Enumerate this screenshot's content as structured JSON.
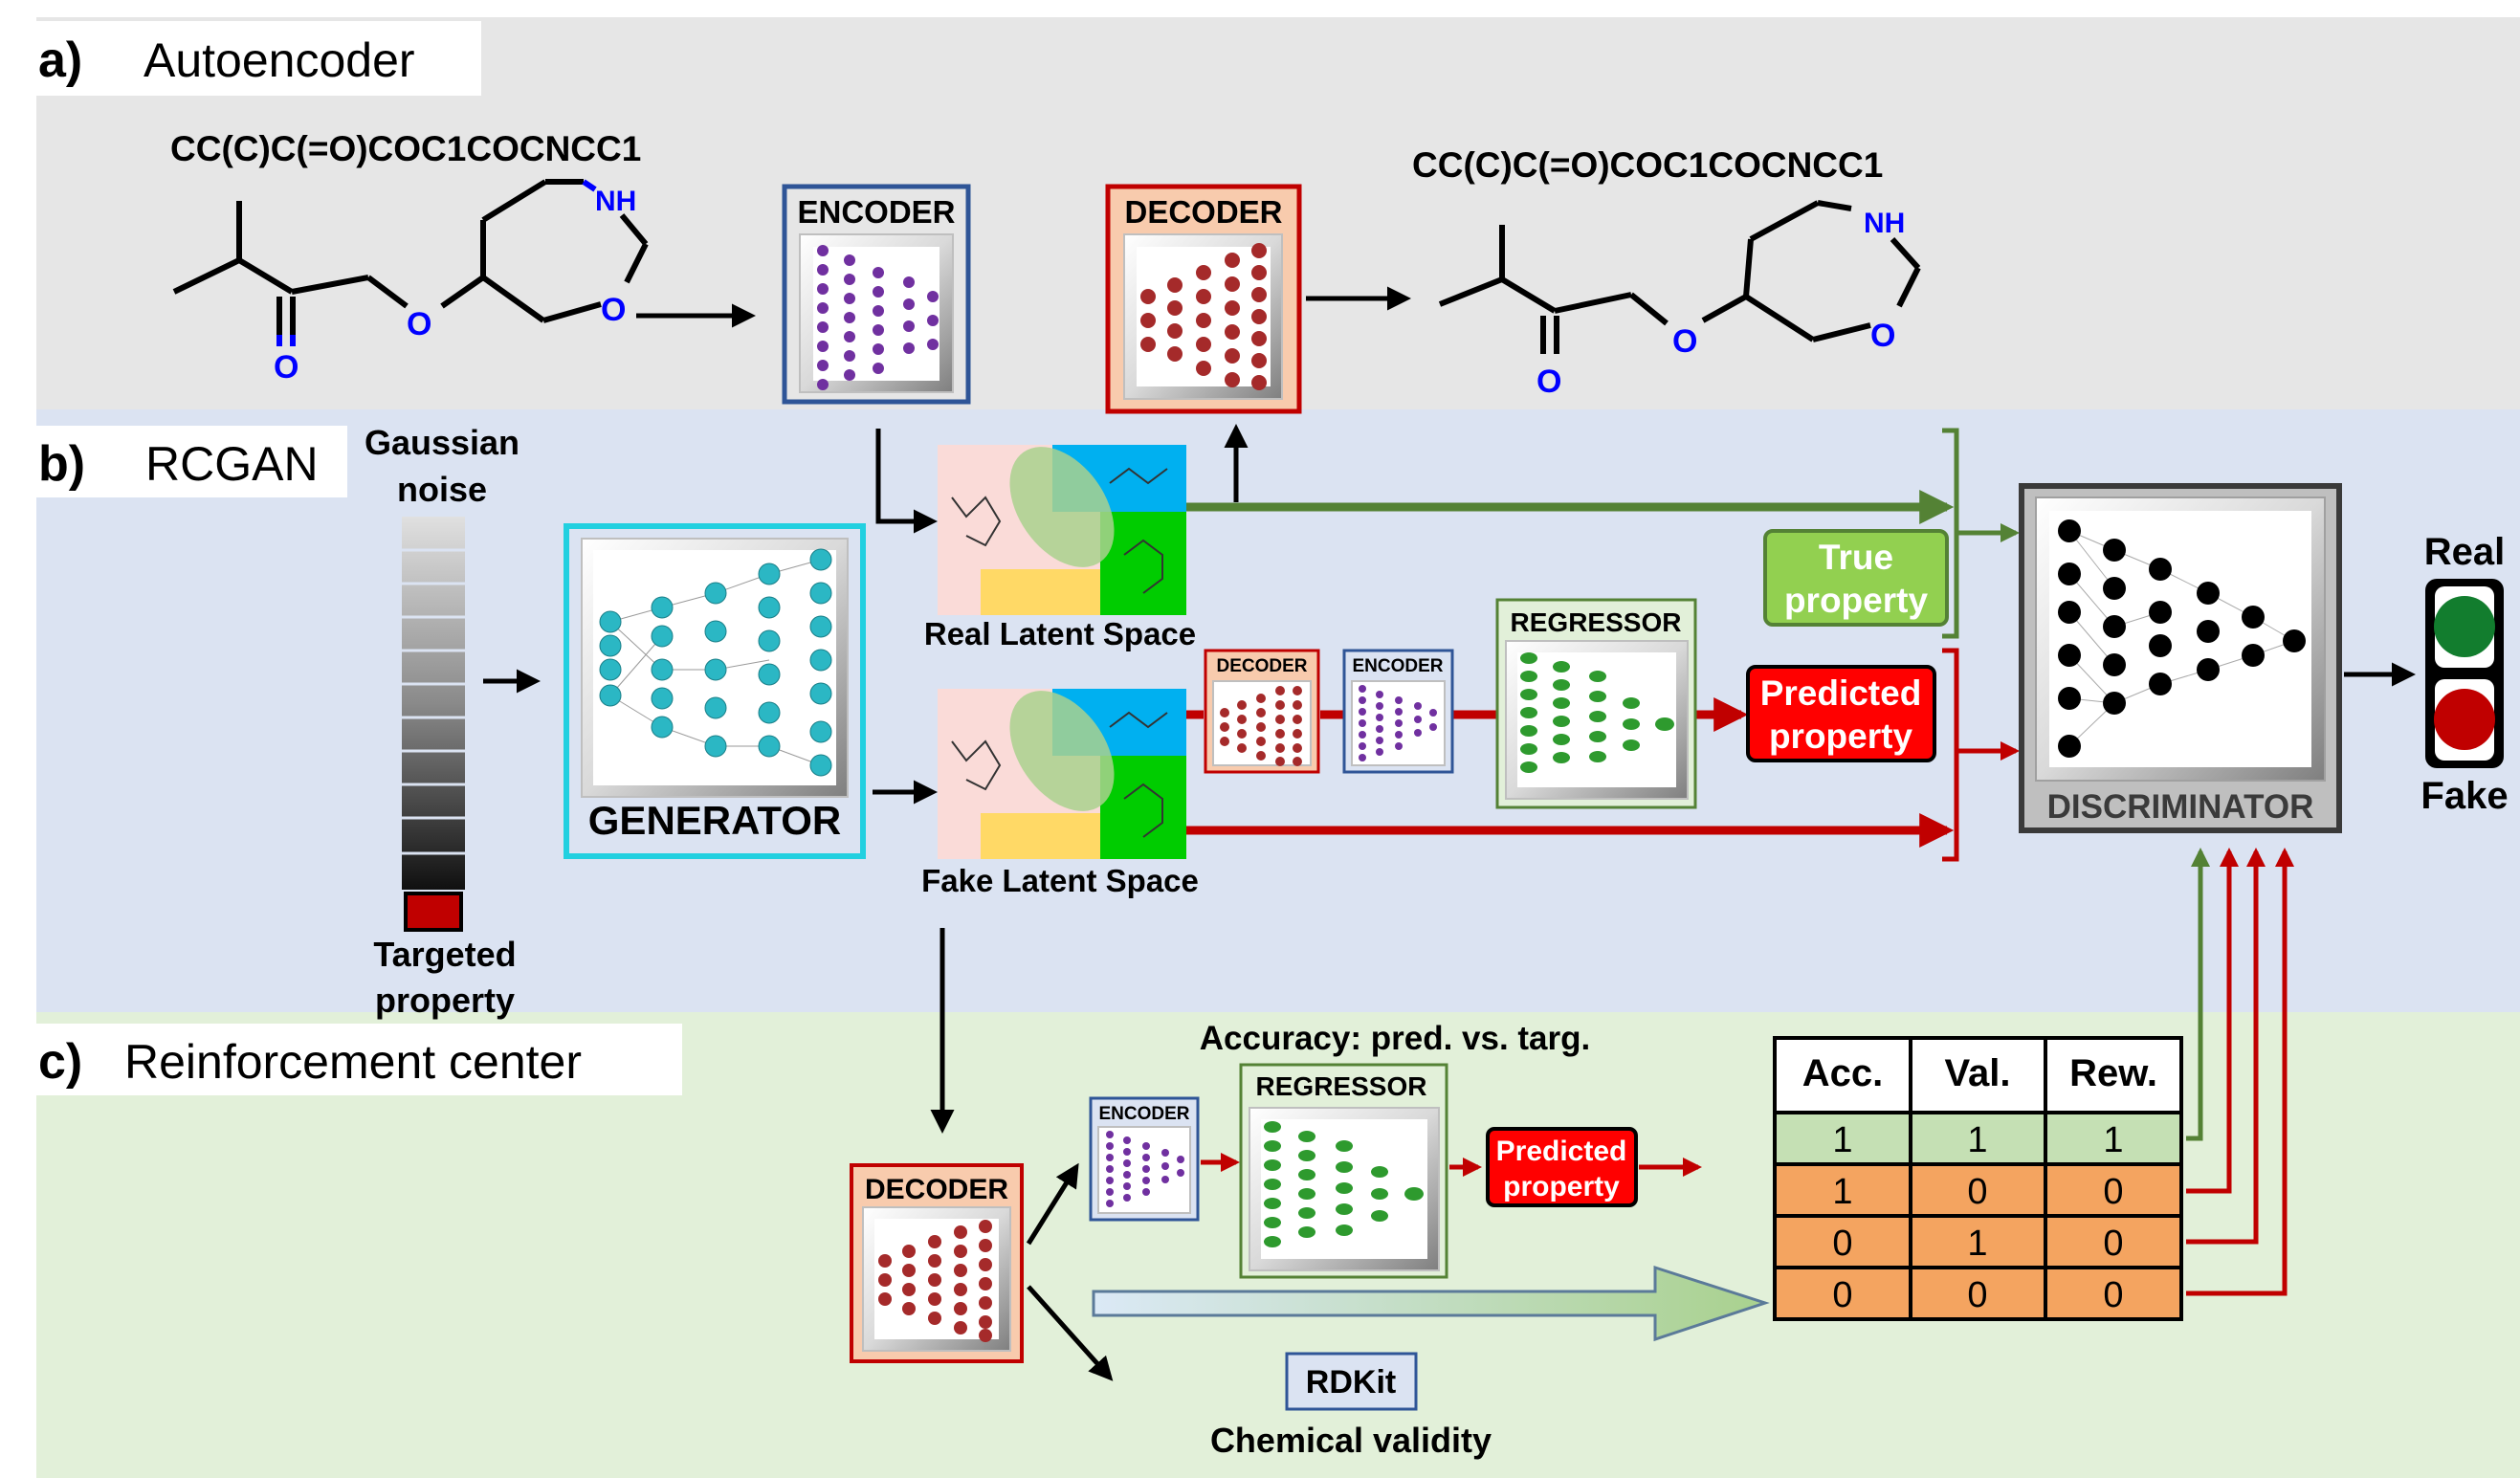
{
  "panels": {
    "a": {
      "letter": "a)",
      "title": "Autoencoder"
    },
    "b": {
      "letter": "b)",
      "title": "RCGAN"
    },
    "c": {
      "letter": "c)",
      "title": "Reinforcement center"
    }
  },
  "smiles_input": "CC(C)C(=O)COC1COCNCC1",
  "smiles_output": "CC(C)C(=O)COC1COCNCC1",
  "atom_labels": {
    "nh": "NH",
    "o": "O"
  },
  "encoder_label": "ENCODER",
  "decoder_label": "DECODER",
  "regressor_label": "REGRESSOR",
  "generator_label": "GENERATOR",
  "discriminator_label": "DISCRIMINATOR",
  "gaussian_noise": [
    "Gaussian",
    "noise"
  ],
  "targeted_property": [
    "Targeted",
    "property"
  ],
  "real_latent_space": "Real Latent Space",
  "fake_latent_space": "Fake Latent Space",
  "true_property": [
    "True",
    "property"
  ],
  "predicted_property": [
    "Predicted",
    "property"
  ],
  "output_real": "Real",
  "output_fake": "Fake",
  "accuracy_label": "Accuracy: pred. vs. targ.",
  "rdkit_label": "RDKit",
  "chemical_validity": "Chemical validity",
  "reward_table": {
    "headers": [
      "Acc.",
      "Val.",
      "Rew."
    ],
    "rows": [
      [
        "1",
        "1",
        "1"
      ],
      [
        "1",
        "0",
        "0"
      ],
      [
        "0",
        "1",
        "0"
      ],
      [
        "0",
        "0",
        "0"
      ]
    ]
  },
  "colors": {
    "panel_a_bg": "#e6e6e6",
    "panel_b_bg": "#dbe3f2",
    "panel_c_bg": "#e2f0d9",
    "encoder_neuron": "#7030a0",
    "decoder_neuron": "#a52a2a",
    "generator_neuron": "#2bb7c4",
    "regressor_neuron": "#2e9a2e",
    "real_arrow": "#548235",
    "fake_arrow": "#c00000",
    "predicted_fill": "#ff0000",
    "true_fill": "#92d050",
    "table_first_row": "#c5e0b4",
    "table_other_rows": "#f4a460"
  }
}
